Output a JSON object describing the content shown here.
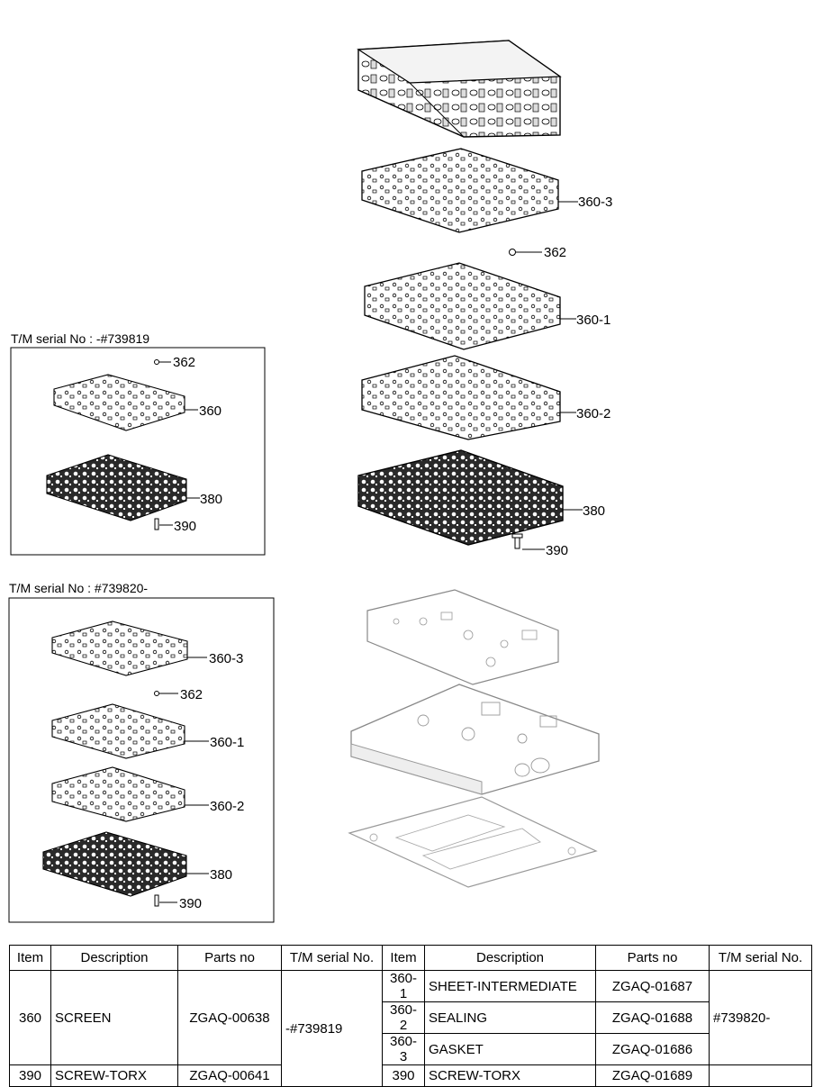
{
  "serial_labels": {
    "old": "T/M serial No :  -#739819",
    "new": "T/M serial No : #739820-"
  },
  "callouts": {
    "main": [
      "360-3",
      "362",
      "360-1",
      "360-2",
      "380",
      "390"
    ],
    "old_box": [
      "362",
      "360",
      "380",
      "390"
    ],
    "new_box": [
      "360-3",
      "362",
      "360-1",
      "360-2",
      "380",
      "390"
    ]
  },
  "table": {
    "headers": [
      "Item",
      "Description",
      "Parts no",
      "T/M serial No.",
      "Item",
      "Description",
      "Parts no",
      "T/M serial No."
    ],
    "left_rows": [
      {
        "item": "360",
        "description": "SCREEN",
        "parts_no": "ZGAQ-00638"
      },
      {
        "item": "390",
        "description": "SCREW-TORX",
        "parts_no": "ZGAQ-00641"
      }
    ],
    "left_serial": "-#739819",
    "right_rows": [
      {
        "item": "360-1",
        "description": "SHEET-INTERMEDIATE",
        "parts_no": "ZGAQ-01687"
      },
      {
        "item": "360-2",
        "description": "SEALING",
        "parts_no": "ZGAQ-01688"
      },
      {
        "item": "360-3",
        "description": "GASKET",
        "parts_no": "ZGAQ-01686"
      },
      {
        "item": "390",
        "description": "SCREW-TORX",
        "parts_no": "ZGAQ-01689"
      }
    ],
    "right_serial": "#739820-"
  }
}
